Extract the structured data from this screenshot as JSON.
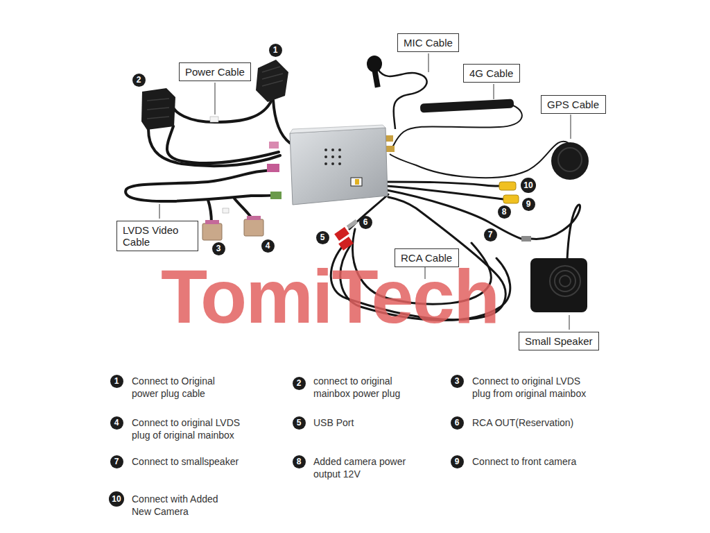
{
  "diagram": {
    "nodes": [
      {
        "text": [
          "1"
        ]
      },
      {
        "text": [
          "MIC Cable"
        ]
      },
      {
        "text": [
          "2"
        ]
      },
      {
        "text": [
          "Power Cable"
        ]
      },
      {
        "text": [
          "4G Cable"
        ]
      },
      {
        "text": [
          "GPS Cable"
        ]
      },
      {
        "text": [
          "10"
        ]
      },
      {
        "text": [
          "9"
        ]
      },
      {
        "text": [
          "8"
        ]
      },
      {
        "text": [
          "6"
        ]
      },
      {
        "text": [
          "LVDS Video Cable"
        ]
      },
      {
        "text": [
          "7"
        ]
      },
      {
        "text": [
          "5"
        ]
      },
      {
        "text": [
          "3"
        ]
      },
      {
        "text": [
          "4"
        ]
      },
      {
        "text": [
          "RCA Cable"
        ]
      },
      {
        "text": [
          "Small Speaker"
        ]
      },
      {
        "text": [
          "1"
        ]
      },
      {
        "text": [
          "2"
        ]
      },
      {
        "text": [
          "3"
        ]
      },
      {
        "text": [
          "4"
        ]
      },
      {
        "text": [
          "5"
        ]
      },
      {
        "text": [
          "6"
        ]
      },
      {
        "text": [
          "7"
        ]
      },
      {
        "text": [
          "8"
        ]
      },
      {
        "text": [
          "9"
        ]
      },
      {
        "text": [
          "10"
        ]
      }
    ],
    "labels": [
      "TomiTech",
      "Connect to Original power plug cable",
      "connect to original mainbox power plug",
      "Connect to original LVDS plug from original mainbox",
      "Connect to original LVDS plug of original mainbox",
      "USB Port",
      "RCA OUT(Reservation)",
      "Connect to smallspeaker",
      "Added camera power output 12V",
      "Connect to front camera",
      "Connect with Added New Camera"
    ]
  }
}
